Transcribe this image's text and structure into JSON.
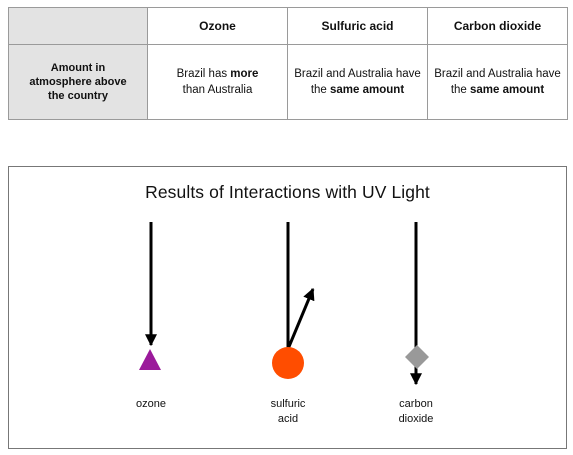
{
  "table": {
    "headers": [
      "",
      "Ozone",
      "Sulfuric acid",
      "Carbon dioxide"
    ],
    "row_header": [
      "Amount in",
      "atmosphere above",
      "the country"
    ],
    "cells": [
      [
        {
          "t": "Brazil has ",
          "b": false
        },
        {
          "t": "more",
          "b": true
        }
      ],
      [
        {
          "t": "than Australia",
          "b": false
        }
      ],
      [
        {
          "t": "Brazil and Australia have",
          "b": false
        }
      ],
      [
        {
          "t": "the ",
          "b": false
        },
        {
          "t": "same amount",
          "b": true
        }
      ],
      [
        {
          "t": "Brazil and Australia have",
          "b": false
        }
      ],
      [
        {
          "t": "the ",
          "b": false
        },
        {
          "t": "same amount",
          "b": true
        }
      ]
    ]
  },
  "diagram": {
    "title": "Results of Interactions with UV Light",
    "molecules": [
      {
        "name_lines": [
          "ozone"
        ],
        "shape": "triangle",
        "color": "#9b1a9b",
        "interaction": "absorbed"
      },
      {
        "name_lines": [
          "sulfuric",
          "acid"
        ],
        "shape": "circle",
        "color": "#ff4d00",
        "interaction": "reflected"
      },
      {
        "name_lines": [
          "carbon",
          "dioxide"
        ],
        "shape": "diamond",
        "color": "#999999",
        "interaction": "transmitted"
      }
    ]
  }
}
